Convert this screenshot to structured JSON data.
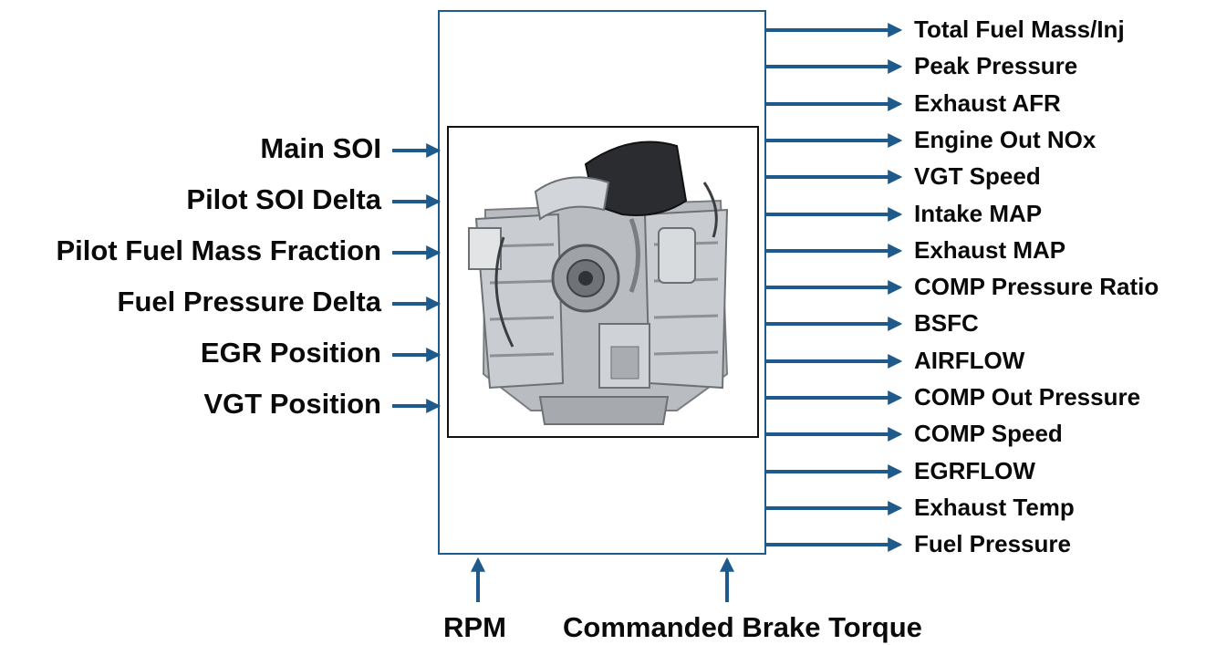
{
  "inputs": [
    {
      "label": "Main SOI"
    },
    {
      "label": "Pilot SOI Delta"
    },
    {
      "label": "Pilot Fuel Mass Fraction"
    },
    {
      "label": "Fuel Pressure Delta"
    },
    {
      "label": "EGR Position"
    },
    {
      "label": "VGT Position"
    }
  ],
  "outputs": [
    {
      "label": "Total Fuel Mass/Inj"
    },
    {
      "label": "Peak Pressure"
    },
    {
      "label": "Exhaust AFR"
    },
    {
      "label": "Engine Out NOx"
    },
    {
      "label": "VGT Speed"
    },
    {
      "label": "Intake MAP"
    },
    {
      "label": "Exhaust MAP"
    },
    {
      "label": "COMP Pressure Ratio"
    },
    {
      "label": "BSFC"
    },
    {
      "label": "AIRFLOW"
    },
    {
      "label": "COMP Out Pressure"
    },
    {
      "label": "COMP Speed"
    },
    {
      "label": "EGRFLOW"
    },
    {
      "label": "Exhaust Temp"
    },
    {
      "label": "Fuel Pressure"
    }
  ],
  "bottom_inputs": [
    {
      "label": "RPM"
    },
    {
      "label": "Commanded Brake Torque"
    }
  ],
  "colors": {
    "arrow": "#1f5a8c",
    "box_border": "#1f5a8c",
    "text": "#0a0a0a"
  },
  "image": {
    "icon": "engine-image"
  }
}
